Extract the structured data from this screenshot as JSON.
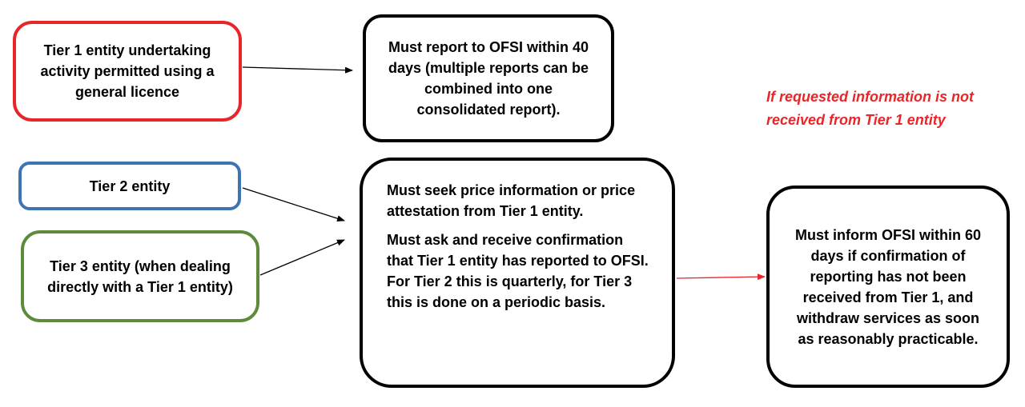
{
  "boxes": {
    "tier1": {
      "text": "Tier 1 entity undertaking activity permitted using a general licence",
      "border_color": "#e8262a"
    },
    "report": {
      "text": "Must report to OFSI within 40 days (multiple reports can be combined into one consolidated report).",
      "border_color": "#000000"
    },
    "tier2": {
      "text": "Tier 2 entity",
      "border_color": "#3c74b4"
    },
    "tier3": {
      "text": "Tier 3 entity (when dealing directly with a Tier 1 entity)",
      "border_color": "#5e8a3c"
    },
    "seek": {
      "paragraph1": "Must seek price information or price attestation from Tier 1 entity.",
      "paragraph2": "Must ask and receive confirmation that Tier 1 entity has reported to OFSI. For Tier 2 this is quarterly, for Tier 3 this is done on a periodic basis.",
      "border_color": "#000000"
    },
    "inform": {
      "text": "Must inform OFSI within 60 days if confirmation of reporting has not been received from Tier 1, and withdraw services as soon as reasonably practicable.",
      "border_color": "#000000"
    }
  },
  "note": {
    "text": "If requested information is not received from Tier 1 entity",
    "color": "#e8262a"
  },
  "connections": [
    {
      "from": "tier1",
      "to": "report",
      "color": "#000000"
    },
    {
      "from": "tier2",
      "to": "seek",
      "color": "#000000"
    },
    {
      "from": "tier3",
      "to": "seek",
      "color": "#000000"
    },
    {
      "from": "seek",
      "to": "inform",
      "color": "#e8262a"
    }
  ]
}
